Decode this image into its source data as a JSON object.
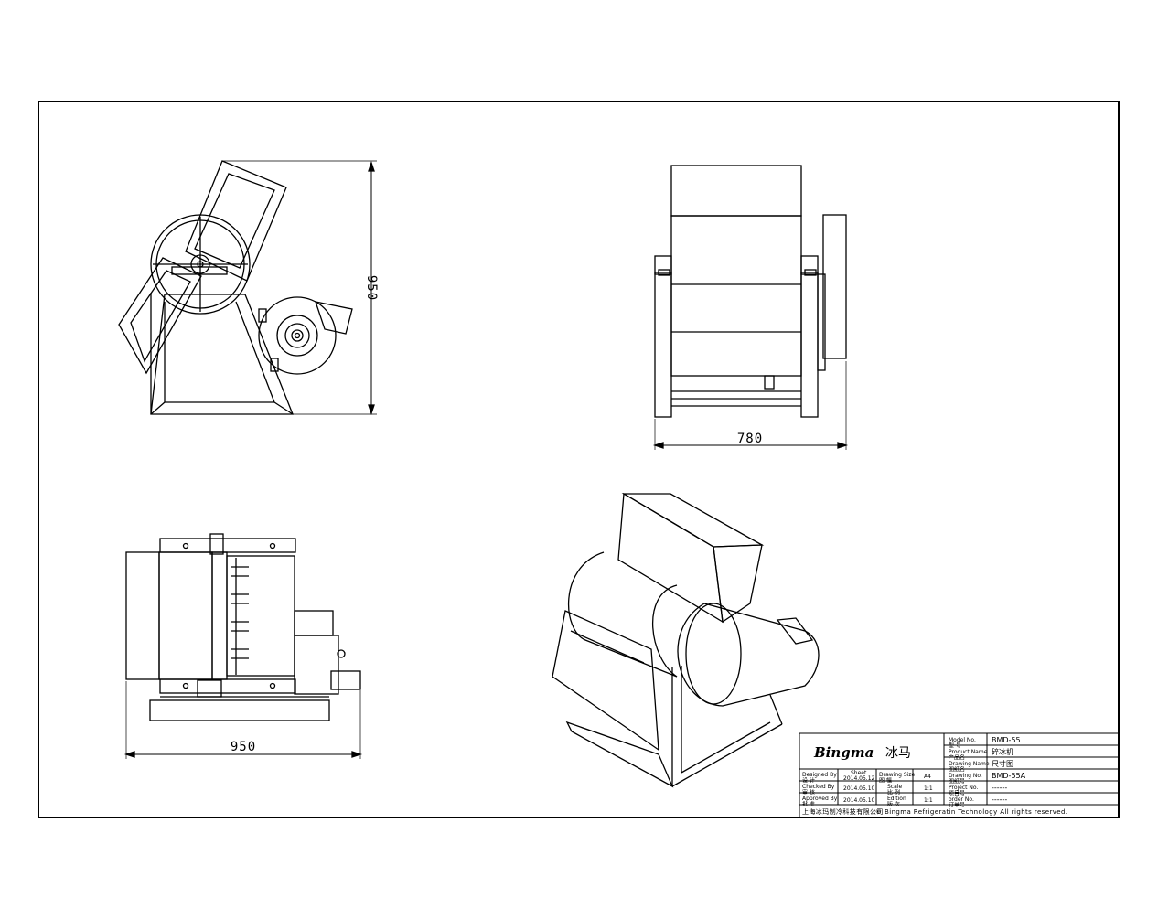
{
  "dimensions": {
    "side_height": "950",
    "front_width": "780",
    "top_width": "950"
  },
  "title_block": {
    "logo_en": "Bingma",
    "logo_cn": "冰马",
    "model_no_label": "Model No.\n型 号",
    "model_no": "BMD-55",
    "product_name_label": "Product Name\n产品名",
    "product_name": "碎冰机",
    "drawing_name_label": "Drawing Name\n图纸名",
    "drawing_name": "尺寸图",
    "drawing_no_label": "Drawing No.\n图纸号",
    "drawing_no": "BMD-55A",
    "project_no_label": "Project No.\n项目号",
    "project_no": "------",
    "order_no_label": "order No.\n订单号",
    "order_no": "------",
    "designed_by_label": "Designed By\n设 计",
    "designed_date": "2014.05.12",
    "checked_by_label": "Checked By\n审 核",
    "checked_date": "2014.05.10",
    "approved_by_label": "Approved By\n批 准",
    "approved_date": "2014.05.10",
    "sheet_label": "Sheet",
    "drawing_size_label": "Drawing Size\n图 幅",
    "drawing_size": "A4",
    "scale_label": "Scale\n比 例",
    "scale": "1:1",
    "edition_label": "Edition\n版 次",
    "edition": "1:1",
    "company_cn": "上海冰玛制冷科技有限公司",
    "copyright": "© Bingma Refrigeratin Technology  All rights reserved."
  }
}
